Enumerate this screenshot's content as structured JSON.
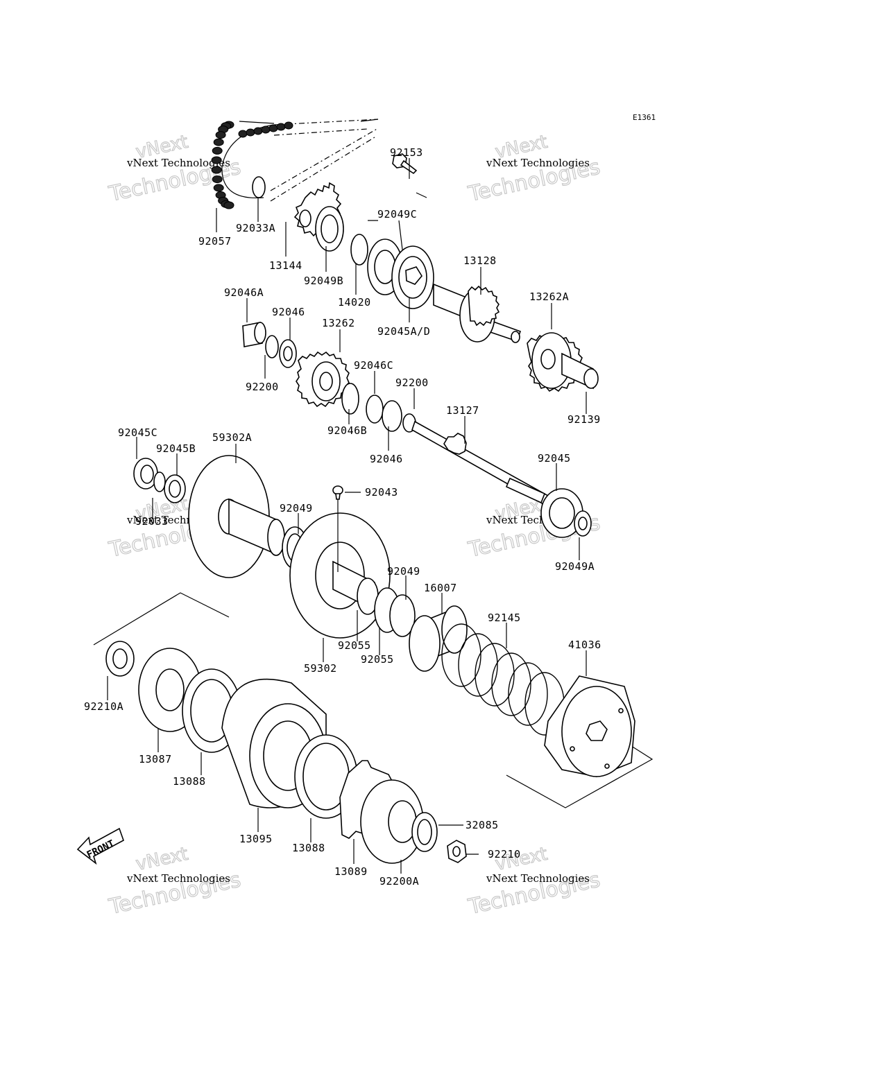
{
  "diagram_code": "E1361",
  "front_label": "FRONT",
  "watermark": {
    "line1": "vNext Technologies",
    "line2": "vNext",
    "line3": "Technologies"
  },
  "parts": [
    "92153",
    "92049C",
    "92057",
    "92033A",
    "13144",
    "92049B",
    "14020",
    "92045A/D",
    "13128",
    "13262A",
    "92046A",
    "92046",
    "13262",
    "92200",
    "92046C",
    "92200",
    "92046B",
    "92046",
    "13127",
    "92139",
    "92045C",
    "92045B",
    "59302A",
    "92049",
    "92043",
    "92033",
    "92045",
    "92049A",
    "92049",
    "16007",
    "92055",
    "92055",
    "59302",
    "92145",
    "41036",
    "92210A",
    "13087",
    "13088",
    "13095",
    "13088",
    "13089",
    "92200A",
    "32085",
    "92210"
  ]
}
